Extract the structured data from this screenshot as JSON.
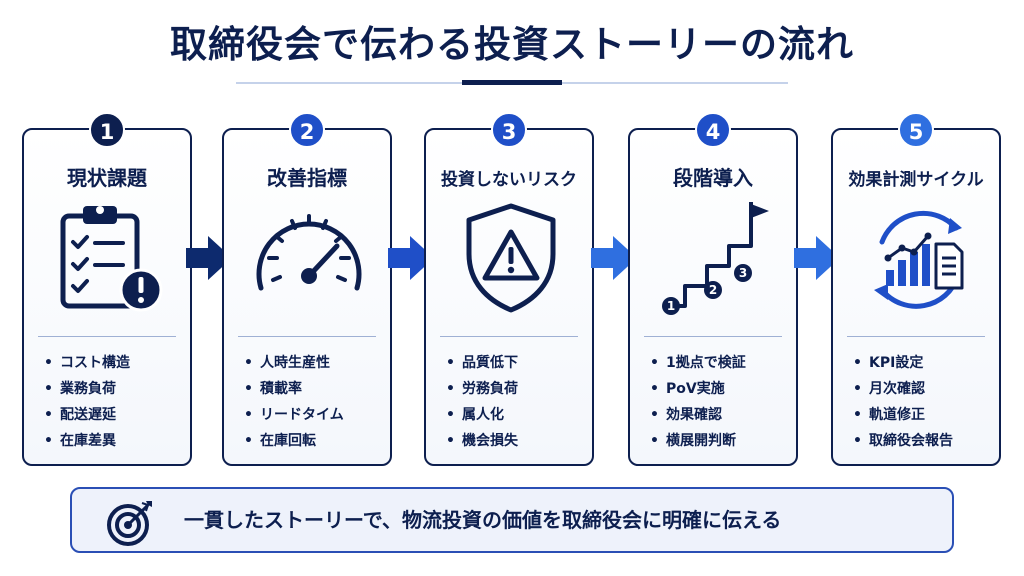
{
  "title": "取締役会で伝わる投資ストーリーの流れ",
  "colors": {
    "navy": "#0d1f4f",
    "blue": "#1f4fc8",
    "bright_blue": "#2f6fe0"
  },
  "steps": [
    {
      "number": "1",
      "title": "現状課題",
      "icon": "clipboard-warning-icon",
      "items": [
        "コスト構造",
        "業務負荷",
        "配送遅延",
        "在庫差異"
      ]
    },
    {
      "number": "2",
      "title": "改善指標",
      "icon": "gauge-icon",
      "items": [
        "人時生産性",
        "積載率",
        "リードタイム",
        "在庫回転"
      ]
    },
    {
      "number": "3",
      "title": "投資しないリスク",
      "icon": "shield-warning-icon",
      "items": [
        "品質低下",
        "労務負荷",
        "属人化",
        "機会損失"
      ]
    },
    {
      "number": "4",
      "title": "段階導入",
      "icon": "stairs-flag-icon",
      "icon_labels": [
        "1",
        "2",
        "3"
      ],
      "items": [
        "1拠点で検証",
        "PoV実施",
        "効果確認",
        "横展開判断"
      ]
    },
    {
      "number": "5",
      "title": "効果計測サイクル",
      "icon": "report-cycle-icon",
      "items": [
        "KPI設定",
        "月次確認",
        "軌道修正",
        "取締役会報告"
      ]
    }
  ],
  "banner": {
    "icon": "target-arrow-icon",
    "text": "一貫したストーリーで、物流投資の価値を取締役会に明確に伝える"
  }
}
